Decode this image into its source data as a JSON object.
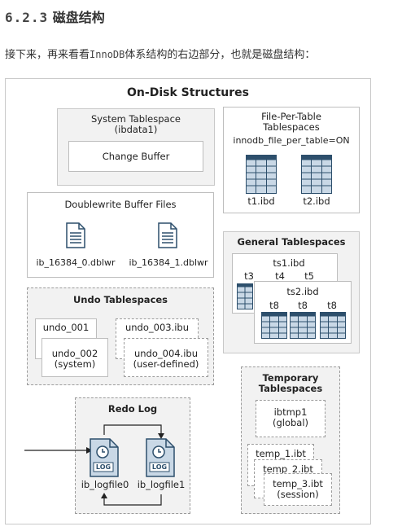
{
  "section": {
    "number": "6.2.3",
    "title": "磁盘结构"
  },
  "intro": {
    "before": "接下来，再来看看",
    "code": "InnoDB",
    "after": "体系结构的右边部分，也就是磁盘结构："
  },
  "diagram": {
    "title": "On-Disk Structures",
    "system_tablespace": {
      "title": "System Tablespace",
      "subtitle": "(ibdata1)",
      "change_buffer": "Change Buffer"
    },
    "file_per_table": {
      "title_line1": "File-Per-Table",
      "title_line2": "Tablespaces",
      "setting": "innodb_file_per_table=ON",
      "files": [
        "t1.ibd",
        "t2.ibd"
      ]
    },
    "doublewrite": {
      "title": "Doublewrite Buffer Files",
      "files": [
        "ib_16384_0.dblwr",
        "ib_16384_1.dblwr"
      ]
    },
    "general_tablespaces": {
      "title": "General Tablespaces",
      "ts1": {
        "name": "ts1.ibd",
        "tables": [
          "t3",
          "t4",
          "t5"
        ]
      },
      "ts2": {
        "name": "ts2.ibd",
        "tables": [
          "t8",
          "t8",
          "t8"
        ]
      }
    },
    "undo_tablespaces": {
      "title": "Undo Tablespaces",
      "undo_001": "undo_001",
      "undo_002": "undo_002",
      "undo_002_note": "(system)",
      "undo_003": "undo_003.ibu",
      "undo_004": "undo_004.ibu",
      "undo_004_note": "(user-defined)"
    },
    "redo_log": {
      "title": "Redo Log",
      "files": [
        "ib_logfile0",
        "ib_logfile1"
      ],
      "icon_label": "LOG"
    },
    "temporary": {
      "title_line1": "Temporary",
      "title_line2": "Tablespaces",
      "ibtmp1": "ibtmp1",
      "ibtmp1_note": "(global)",
      "temp1": "temp_1.ibt",
      "temp2": "temp_2.ibt",
      "temp3": "temp_3.ibt",
      "temp3_note": "(session)"
    }
  }
}
